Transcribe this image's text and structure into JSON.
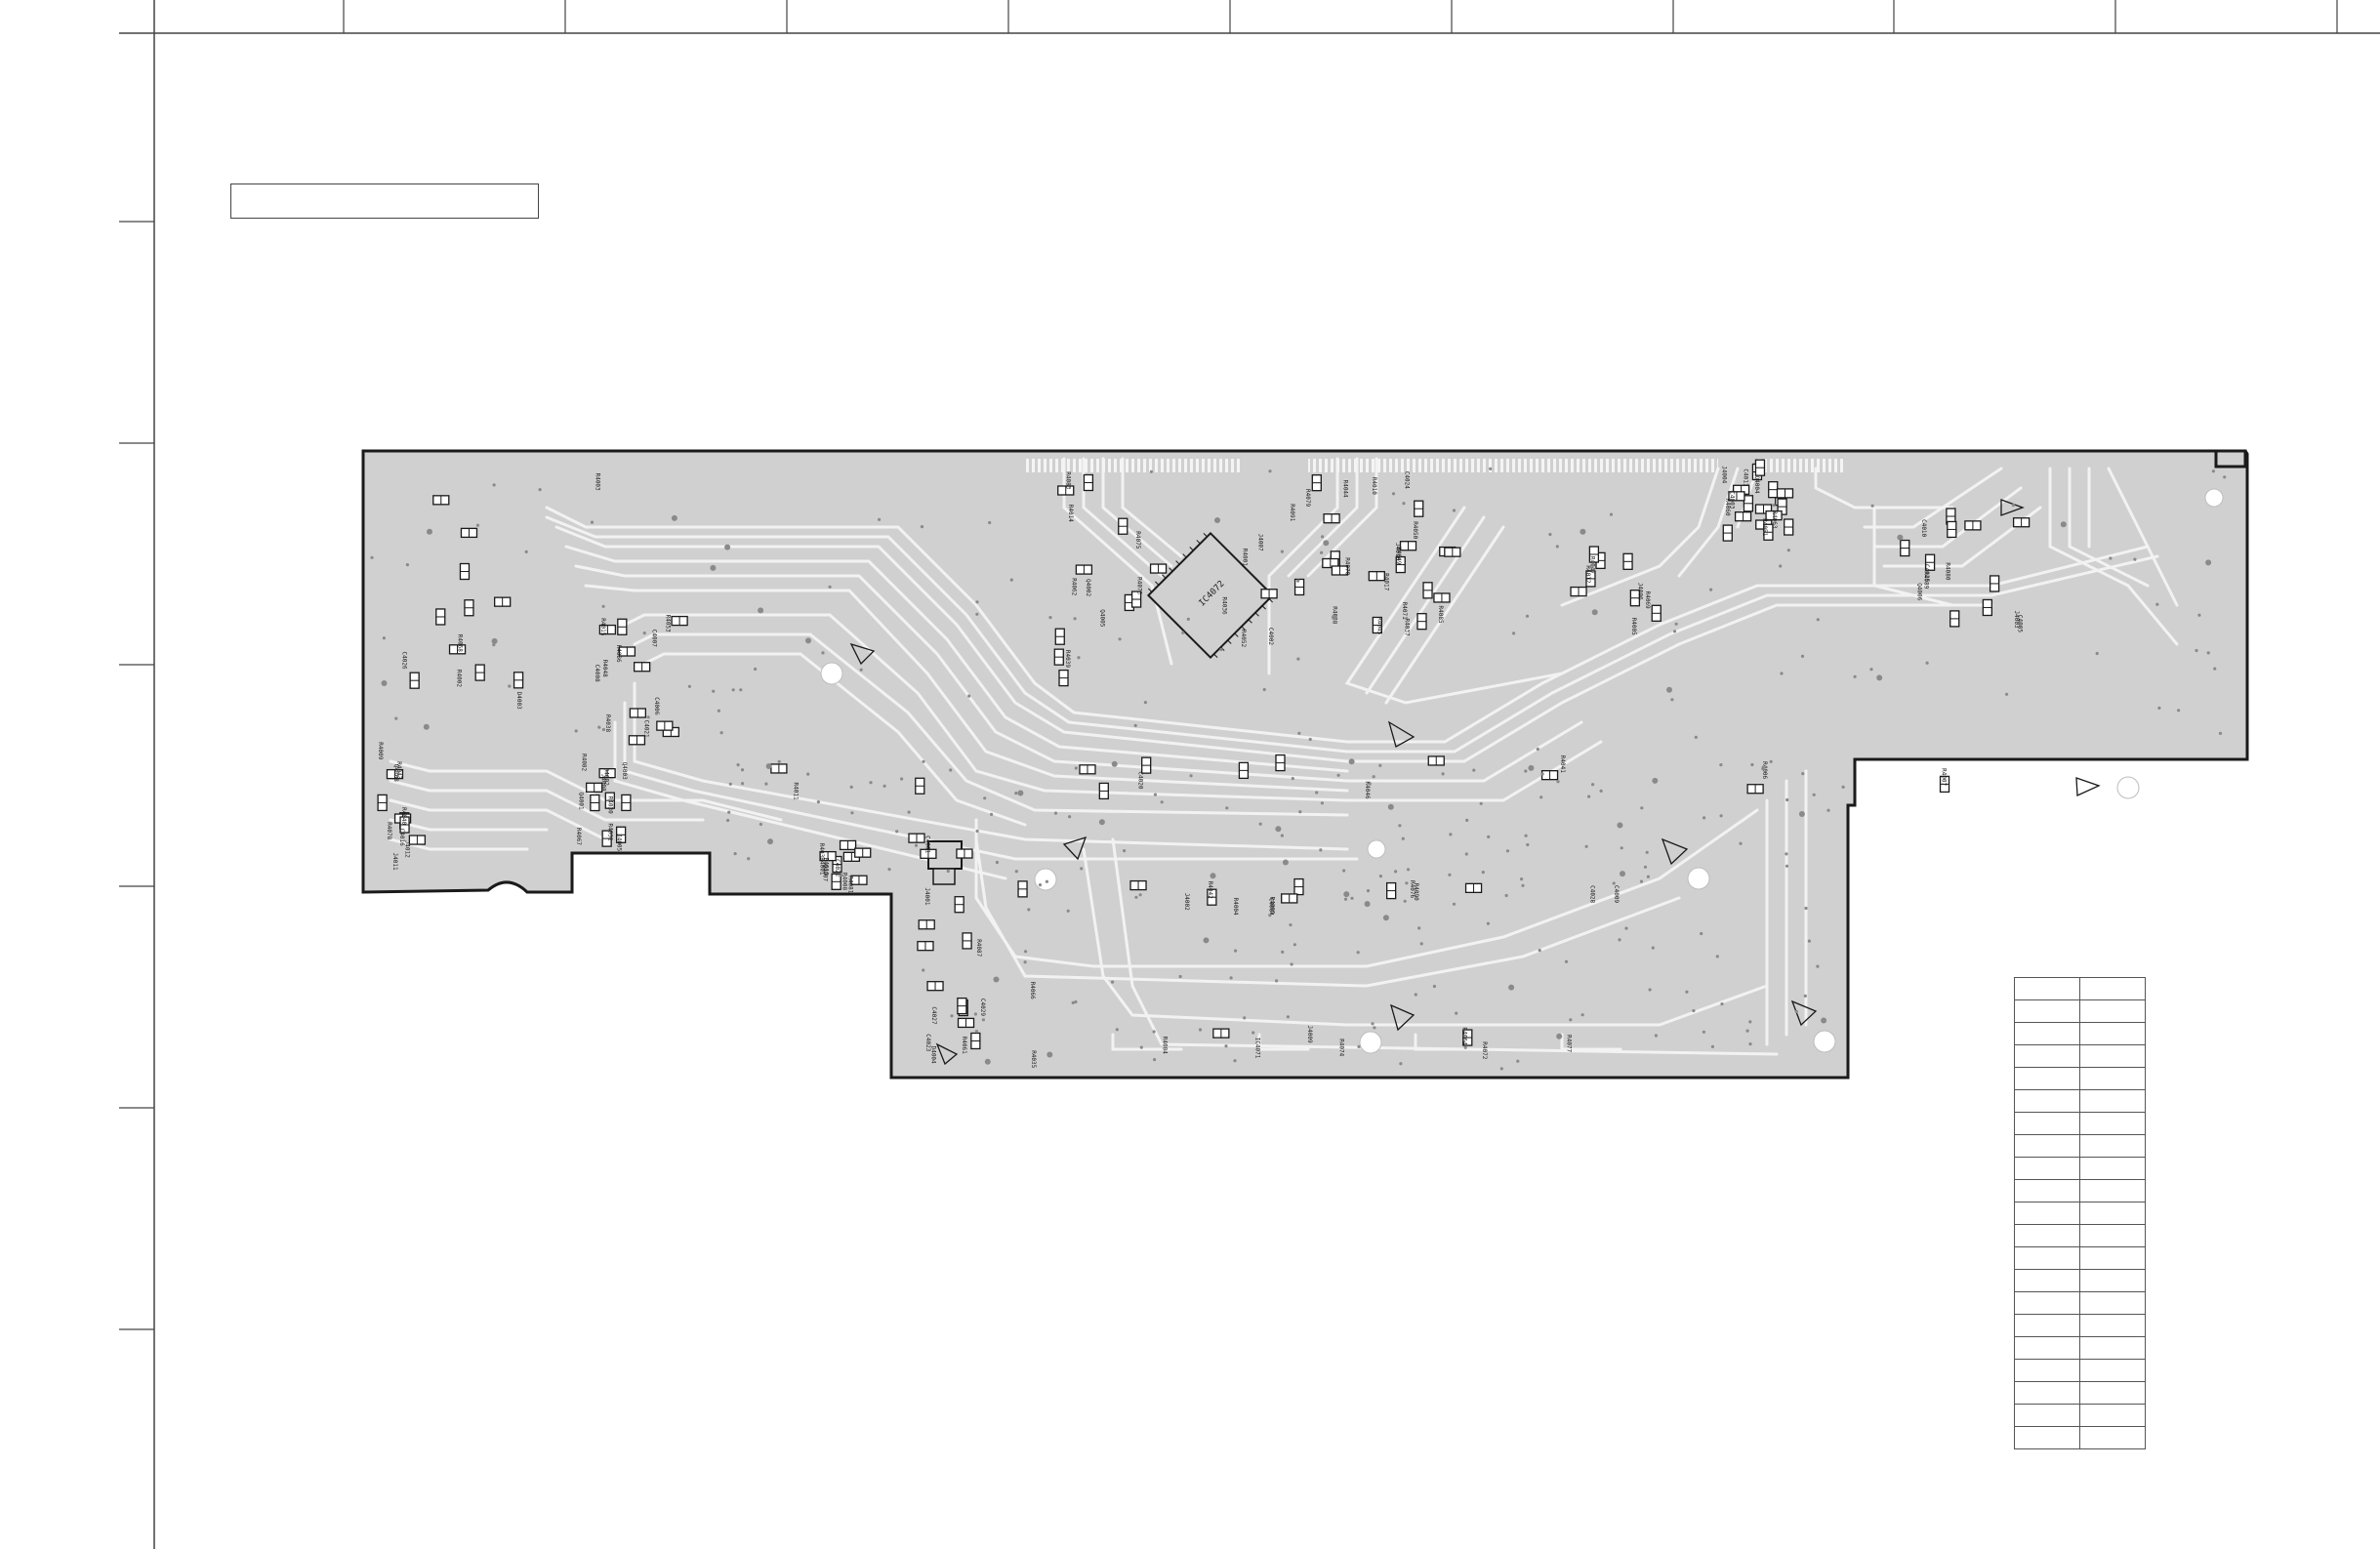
{
  "colors": {
    "board_fill": "#d0d0d0",
    "board_outline": "#1a1a1a",
    "trace": "#f2f2f2",
    "frame_line": "#444444"
  },
  "title_box": "",
  "ic_label": "IC4072",
  "component_labels": [
    "C4016",
    "R4011",
    "R4013",
    "C4011",
    "R4012",
    "R4014",
    "R4017",
    "C4007",
    "R4015",
    "C4020",
    "C4021",
    "C4022",
    "C4023",
    "C4025",
    "C4026",
    "C4027",
    "C4028",
    "C4029",
    "R4030",
    "R4031",
    "R4033",
    "R4035",
    "R4036",
    "R4037",
    "R4038",
    "R4039",
    "R4040",
    "R4041",
    "R4042",
    "R4043",
    "R4044",
    "R4045",
    "R4046",
    "R4047",
    "R4048",
    "R4049",
    "R4050",
    "R4051",
    "R4052",
    "R4053",
    "R4060",
    "R4061",
    "R4062",
    "R4063",
    "R4064",
    "R4065",
    "R4066",
    "R4067",
    "R4068",
    "R4069",
    "R4070",
    "R4071",
    "R4072",
    "R4073",
    "R4074",
    "R4075",
    "R4076",
    "R4077",
    "R4078",
    "R4079",
    "R4080",
    "R4081",
    "R4082",
    "R4083",
    "R4084",
    "R4085",
    "R4086",
    "R4087",
    "R4088",
    "R4089",
    "R4090",
    "R4091",
    "C4001",
    "C4002",
    "C4003",
    "C4004",
    "C4005",
    "C4006",
    "C4008",
    "C4009",
    "C4010",
    "Q4001",
    "Q4002",
    "Q4003",
    "Q4004",
    "Q4005",
    "Q4006",
    "Q4007",
    "Q4008",
    "J4001",
    "J4002",
    "J4003",
    "J4004",
    "J4005",
    "J4006",
    "J4007",
    "J4008",
    "J4009",
    "J4010",
    "J4011",
    "J4012",
    "IC4071",
    "D4001",
    "D4002",
    "D4003",
    "D4004",
    "C4024",
    "R4001",
    "R4002",
    "R4003",
    "R4004",
    "R4005",
    "R4006",
    "R4007",
    "R4008",
    "R4009",
    "R4010"
  ],
  "legend_rows": [
    [
      "",
      ""
    ],
    [
      "",
      ""
    ],
    [
      "",
      ""
    ],
    [
      "",
      ""
    ],
    [
      "",
      ""
    ],
    [
      "",
      ""
    ],
    [
      "",
      ""
    ],
    [
      "",
      ""
    ],
    [
      "",
      ""
    ],
    [
      "",
      ""
    ],
    [
      "",
      ""
    ],
    [
      "",
      ""
    ],
    [
      "",
      ""
    ],
    [
      "",
      ""
    ],
    [
      "",
      ""
    ],
    [
      "",
      ""
    ],
    [
      "",
      ""
    ],
    [
      "",
      ""
    ],
    [
      "",
      ""
    ],
    [
      "",
      ""
    ],
    [
      "",
      ""
    ]
  ]
}
